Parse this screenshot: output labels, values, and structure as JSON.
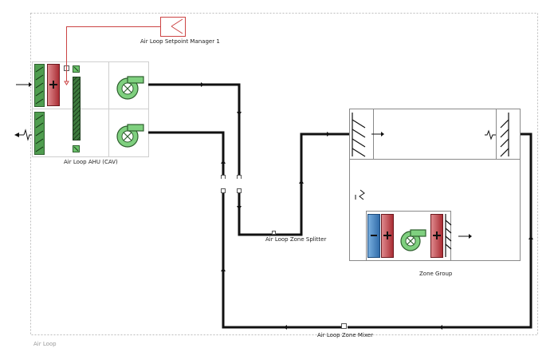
{
  "diagram": {
    "air_loop": {
      "label": "Air Loop"
    },
    "ahu": {
      "label": "Air Loop AHU (CAV)"
    },
    "setpoint_manager": {
      "label": "Air Loop Setpoint Manager 1"
    },
    "zone_splitter": {
      "label": "Air Loop Zone Splitter"
    },
    "zone_mixer": {
      "label": "Air Loop Zone Mixer"
    },
    "zone_group": {
      "label": "Zone Group"
    },
    "colors": {
      "duct": "#111111",
      "coil_heating": "#c0393f",
      "coil_cooling": "#3f7fc0",
      "fan": "#6cc36c",
      "component_green": "#4f9d4f",
      "setpoint_line": "#cc4444",
      "border": "#bdbdbd"
    },
    "icons": [
      "fan-icon",
      "heating-coil-icon",
      "cooling-coil-icon",
      "damper-icon",
      "diffuser-icon",
      "sensor-icon",
      "node-icon"
    ]
  }
}
